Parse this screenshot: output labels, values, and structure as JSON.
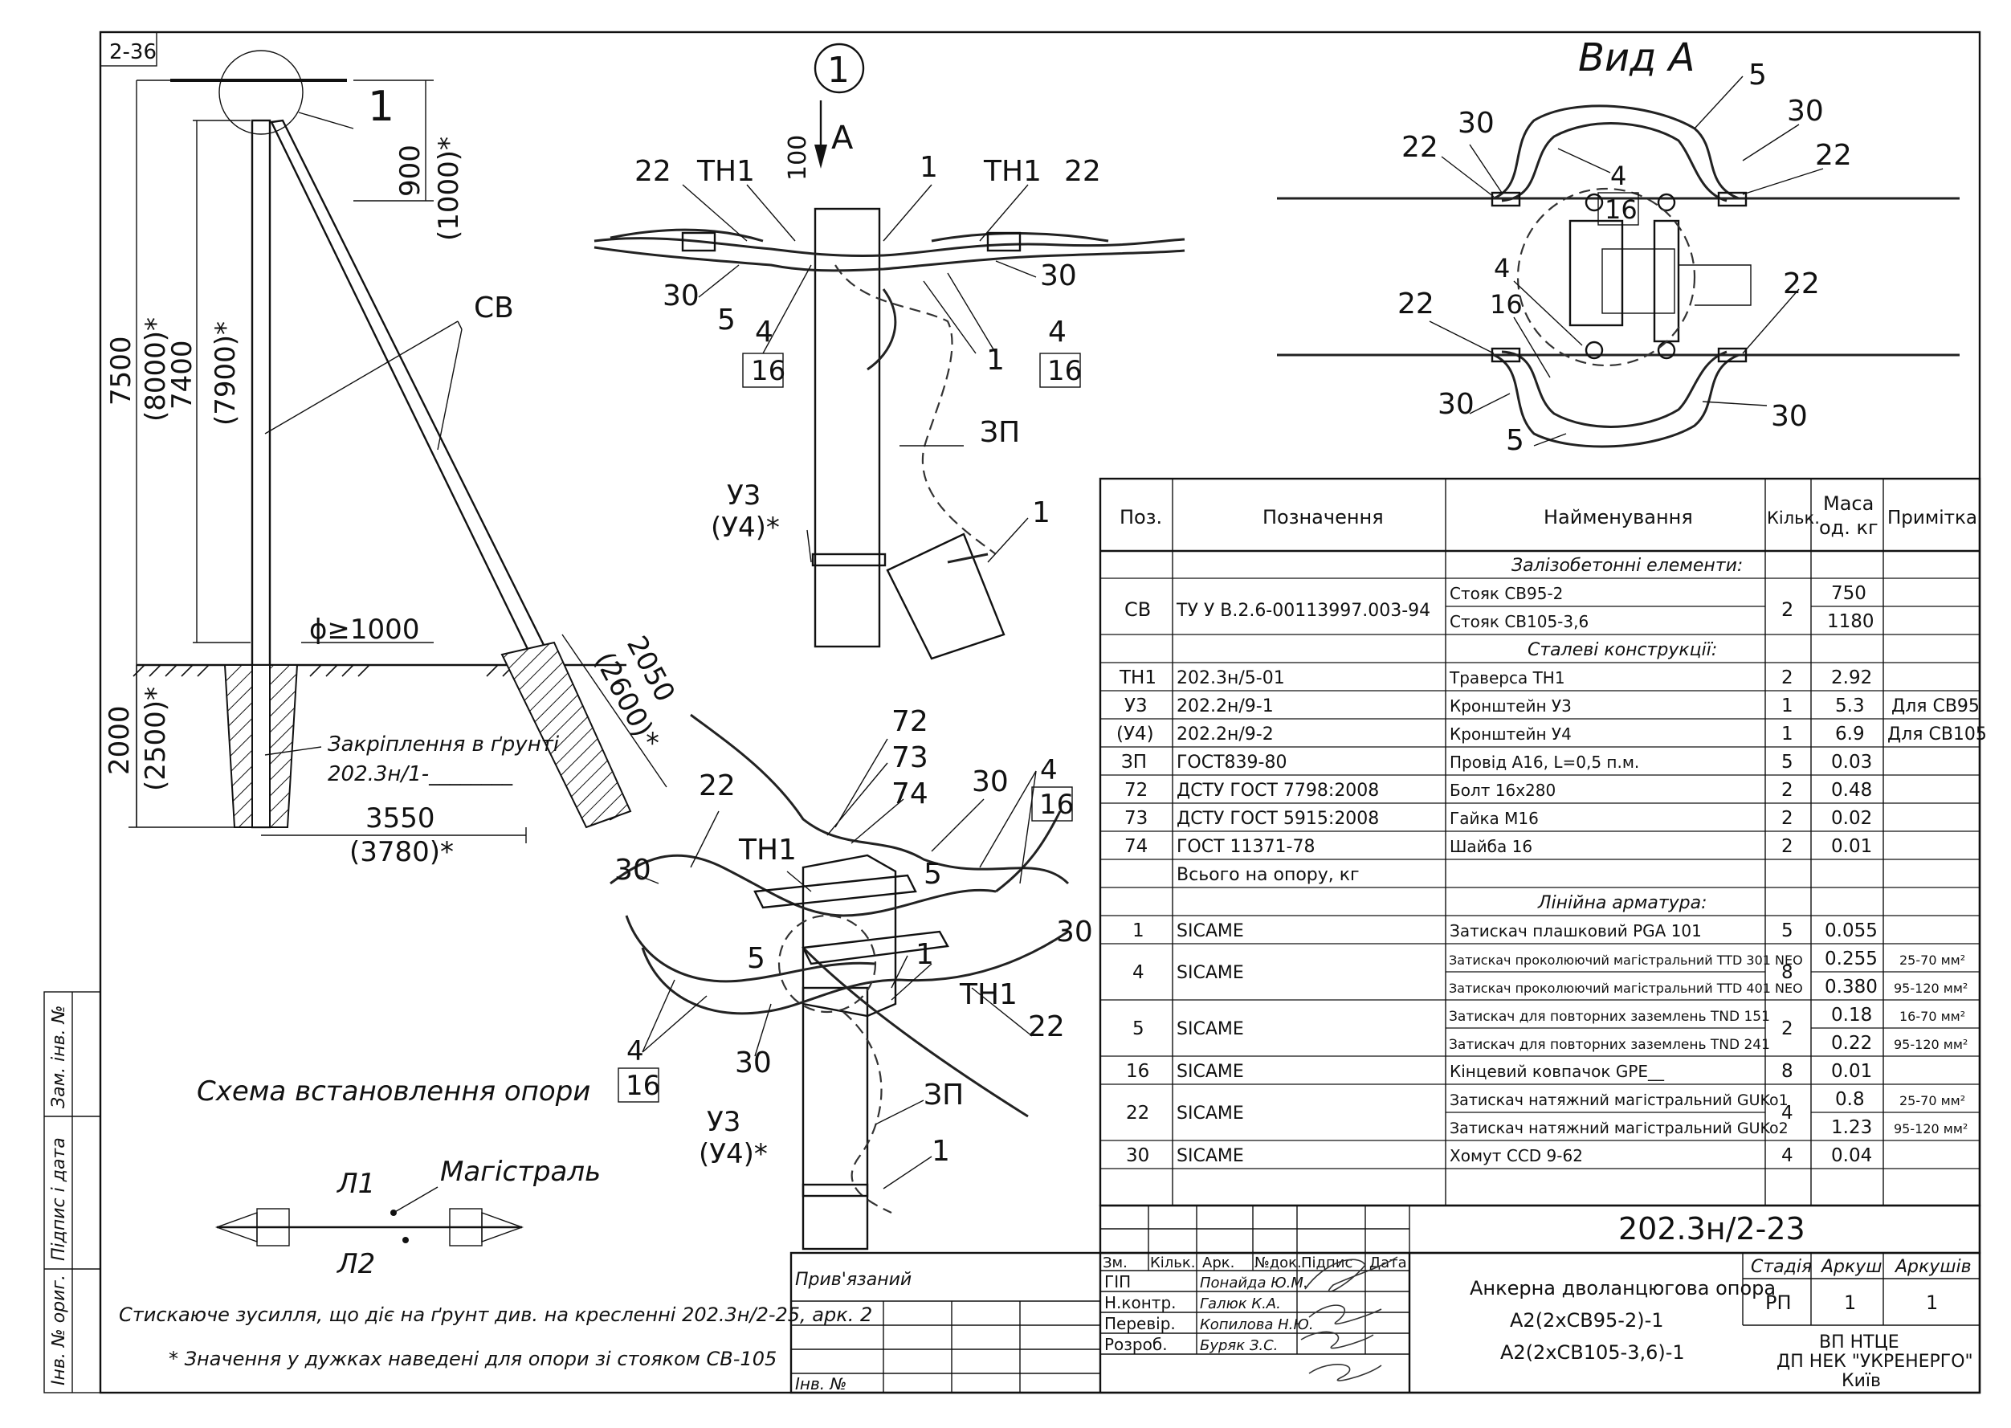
{
  "sheet_code": "2-36",
  "main_view": {
    "callout": "1",
    "dim_900": "900",
    "dim_900_alt": "(1000)*",
    "dim_7500": "7500",
    "dim_7500_alt": "(8000)*",
    "dim_7400": "7400",
    "dim_7400_alt": "(7900)*",
    "label_cb": "СВ",
    "dim_diameter": "ϕ≥1000",
    "dim_2000": "2000",
    "dim_2000_alt": "(2500)*",
    "anchoring_text": "Закріплення в ґрунті",
    "anchoring_ref": "202.3н/1-________",
    "dim_3550": "3550",
    "dim_3550_alt": "(3780)*",
    "dim_2050": "2050",
    "dim_2050_alt": "(2600)*",
    "caption": "Схема встановлення опори"
  },
  "detail_1": {
    "callout": "1",
    "arrow_label": "А",
    "labels": {
      "p22_left": "22",
      "th1_left": "ТН1",
      "d100": "100",
      "p1_top": "1",
      "th1_right": "ТН1",
      "p22_right": "22",
      "p30_left": "30",
      "p30_right": "30",
      "p5": "5",
      "p4_left": "4",
      "p16_left": "16",
      "p1_mid": "1",
      "p4_right": "4",
      "p16_right": "16",
      "zp": "ЗП",
      "u3": "У3",
      "u4": "(У4)*",
      "p1_low": "1"
    }
  },
  "view_a": {
    "title": "Вид А",
    "labels": {
      "p5_top": "5",
      "p30_tl": "30",
      "p30_tr": "30",
      "p22_tl": "22",
      "p22_tr": "22",
      "p4_top": "4",
      "p16_top": "16",
      "p4_mid": "4",
      "p16_mid": "16",
      "p22_ml": "22",
      "p22_mr": "22",
      "p30_bl": "30",
      "p30_br": "30",
      "p5_bot": "5"
    }
  },
  "iso_view": {
    "labels": {
      "p72": "72",
      "p73": "73",
      "p74": "74",
      "p22_top": "22",
      "p30_top": "30",
      "p4_tr": "4",
      "p16_tr": "16",
      "th1_top": "ТН1",
      "p30_left": "30",
      "p5_a": "5",
      "p5_b": "5",
      "p1": "1",
      "p30_right": "30",
      "th1_low": "ТН1",
      "p22_low": "22",
      "p4_bl": "4",
      "p16_bl": "16",
      "p30_bot": "30",
      "zp": "ЗП",
      "u3": "У3",
      "u4": "(У4)*",
      "p1_low": "1"
    }
  },
  "line_scheme": {
    "l1": "Л1",
    "l2": "Л2",
    "magistral": "Магістраль"
  },
  "notes": {
    "note1": "Стискаюче зусилля, що діє на ґрунт див. на кресленні 202.3н/2-25, арк. 2",
    "note2": "* Значення у дужках наведені для опори зі стояком СВ-105"
  },
  "left_strip": {
    "inv_orig": "Інв. № ориг.",
    "sign_date": "Підпис і дата",
    "zam_inv": "Зам. інв. №"
  },
  "spec_table": {
    "headers": {
      "pos": "Поз.",
      "designation": "Позначення",
      "name": "Найменування",
      "qty": "Кільк.",
      "mass1": "Маса",
      "mass2": "од. кг",
      "note": "Примітка"
    },
    "sections": {
      "concrete": "Залізобетонні елементи:",
      "steel": "Сталеві конструкції:",
      "fittings": "Лінійна арматура:"
    },
    "cb": {
      "pos": "СВ",
      "designation": "ТУ У В.2.6-00113997.003-94",
      "qty": "2",
      "name1": "Стояк СВ95-2",
      "mass1": "750",
      "name2": "Стояк СВ105-3,6",
      "mass2": "1180"
    },
    "steel_rows": [
      {
        "pos": "ТН1",
        "designation": "202.3н/5-01",
        "name": "Траверса ТН1",
        "qty": "2",
        "mass": "2.92",
        "note": ""
      },
      {
        "pos": "У3",
        "designation": "202.2н/9-1",
        "name": "Кронштейн У3",
        "qty": "1",
        "mass": "5.3",
        "note": "Для СВ95"
      },
      {
        "pos": "(У4)",
        "designation": "202.2н/9-2",
        "name": "Кронштейн У4",
        "qty": "1",
        "mass": "6.9",
        "note": "Для СВ105"
      },
      {
        "pos": "ЗП",
        "designation": "ГОСТ839-80",
        "name": "Провід А16, L=0,5 п.м.",
        "qty": "5",
        "mass": "0.03",
        "note": ""
      },
      {
        "pos": "72",
        "designation": "ДСТУ ГОСТ 7798:2008",
        "name": "Болт 16х280",
        "qty": "2",
        "mass": "0.48",
        "note": ""
      },
      {
        "pos": "73",
        "designation": "ДСТУ ГОСТ 5915:2008",
        "name": "Гайка М16",
        "qty": "2",
        "mass": "0.02",
        "note": ""
      },
      {
        "pos": "74",
        "designation": "ГОСТ 11371-78",
        "name": "Шайба 16",
        "qty": "2",
        "mass": "0.01",
        "note": ""
      }
    ],
    "total_label": "Всього на опору, кг",
    "f1": {
      "pos": "1",
      "designation": "SICAME",
      "name": "Затискач плашковий PGA 101",
      "qty": "5",
      "mass": "0.055"
    },
    "f4": {
      "pos": "4",
      "designation": "SICAME",
      "qty": "8",
      "name1": "Затискач проколюючий магістральний TTD 301 NEO",
      "mass1": "0.255",
      "note1": "25-70 мм²",
      "name2": "Затискач проколюючий магістральний TTD 401 NEO",
      "mass2": "0.380",
      "note2": "95-120 мм²"
    },
    "f5": {
      "pos": "5",
      "designation": "SICAME",
      "qty": "2",
      "name1": "Затискач для повторних заземлень TND 151",
      "mass1": "0.18",
      "note1": "16-70 мм²",
      "name2": "Затискач для повторних заземлень TND 241",
      "mass2": "0.22",
      "note2": "95-120 мм²"
    },
    "f16": {
      "pos": "16",
      "designation": "SICAME",
      "name": "Кінцевий ковпачок GPE__",
      "qty": "8",
      "mass": "0.01"
    },
    "f22": {
      "pos": "22",
      "designation": "SICAME",
      "qty": "4",
      "name1": "Затискач натяжний магістральний GUKo1",
      "mass1": "0.8",
      "note1": "25-70 мм²",
      "name2": "Затискач натяжний магістральний GUKo2",
      "mass2": "1.23",
      "note2": "95-120 мм²"
    },
    "f30": {
      "pos": "30",
      "designation": "SICAME",
      "name": "Хомут CCD 9-62",
      "qty": "4",
      "mass": "0.04"
    }
  },
  "title_block": {
    "doc_code": "202.3н/2-23",
    "attached": "Прив'язаний",
    "inv_no": "Інв. №",
    "cols": {
      "zm": "Зм.",
      "kilk": "Кільк.",
      "ark": "Арк.",
      "ndok": "№док.",
      "pidpys": "Підпис",
      "data": "Дата"
    },
    "roles": [
      {
        "role": "ГІП",
        "name": "Понайда Ю.М."
      },
      {
        "role": "Н.контр.",
        "name": "Галюк К.А."
      },
      {
        "role": "Перевір.",
        "name": "Копилова Н.Ю."
      },
      {
        "role": "Розроб.",
        "name": "Буряк З.С."
      }
    ],
    "title_line1": "Анкерна дволанцюгова опора",
    "title_line2": "А2(2хСВ95-2)-1",
    "title_line3": "А2(2хСВ105-3,6)-1",
    "stage_h": "Стадія",
    "sheet_h": "Аркуш",
    "sheets_h": "Аркушів",
    "stage": "РП",
    "sheet": "1",
    "sheets": "1",
    "org1": "ВП НТЦЕ",
    "org2": "ДП НЕК \"УКРЕНЕРГО\"",
    "org3": "Київ"
  }
}
